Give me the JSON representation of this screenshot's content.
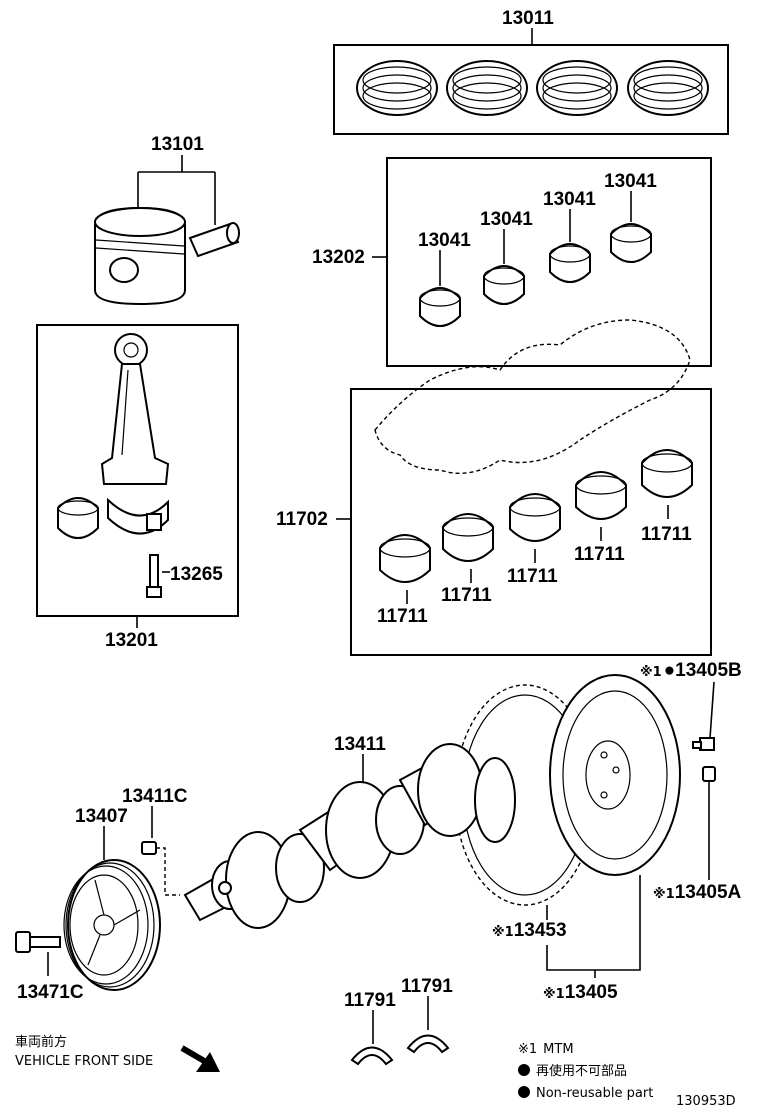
{
  "parts": {
    "piston_ring_set": "13011",
    "piston_with_pin": "13101",
    "conrod_bearing_set": "13202",
    "conrod_bearing_1": "13041",
    "conrod_bearing_2": "13041",
    "conrod_bearing_3": "13041",
    "conrod_bearing_4": "13041",
    "conrod_assy": "13201",
    "conrod_bolt": "13265",
    "main_bearing_set": "11702",
    "main_bearing_1": "11711",
    "main_bearing_2": "11711",
    "main_bearing_3": "11711",
    "main_bearing_4": "11711",
    "main_bearing_5": "11711",
    "crankshaft": "13411",
    "crank_pin": "13411C",
    "pulley": "13407",
    "pulley_bolt": "13471C",
    "flywheel_bolt": "13405B",
    "flywheel_bolt_marker": "※1",
    "flywheel_pin": "13405A",
    "flywheel_pin_marker": "※1",
    "ring_gear": "13453",
    "ring_gear_marker": "※1",
    "flywheel": "13405",
    "flywheel_marker": "※1",
    "thrust_washer_1": "11791",
    "thrust_washer_2": "11791"
  },
  "direction": {
    "label_jp": "車両前方",
    "label_en": "VEHICLE FRONT SIDE"
  },
  "legend": {
    "note_marker": "※1",
    "note_text": "MTM",
    "nonreusable_jp": "再使用不可部品",
    "nonreusable_en": "Non-reusable part"
  },
  "diagram_id": "130953D"
}
